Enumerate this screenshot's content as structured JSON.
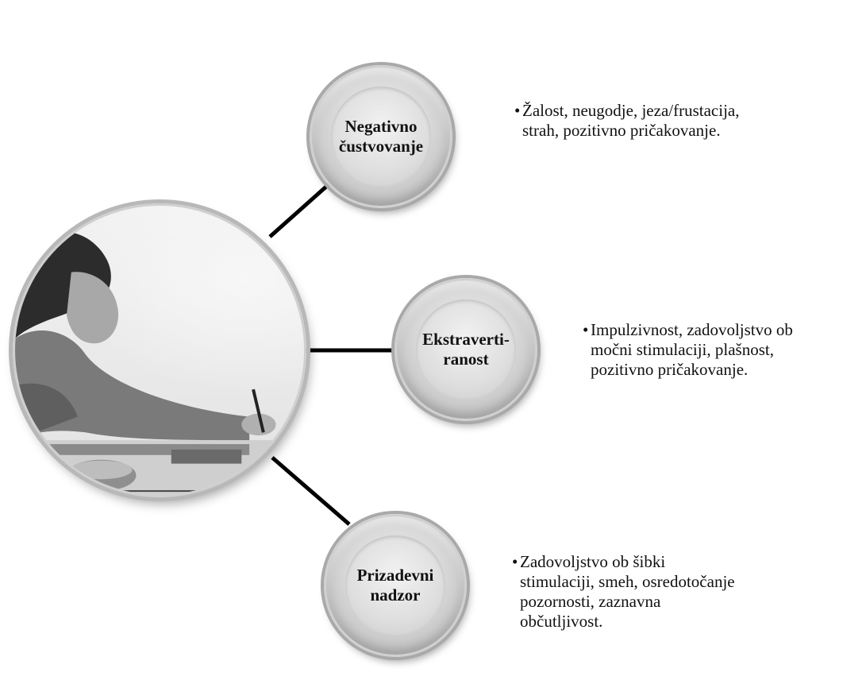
{
  "nodes": [
    {
      "label": "Negativno\nčustvovanje",
      "description": "Žalost, neugodje, jeza/frustacija,\nstrah, pozitivno pričakovanje."
    },
    {
      "label": "Ekstraverti-\nranost",
      "description": "Impulzivnost, zadovoljstvo ob\nmočni stimulaciji, plašnost,\npozitivno pričakovanje."
    },
    {
      "label": "Prizadevni\nnadzor",
      "description": "Zadovoljstvo ob šibki\nstimulaciji, smeh, osredotočanje\npozornosti, zaznavna\nobčutljivost."
    }
  ],
  "bullet": "•",
  "colors": {
    "node_fill": "#d9d9d9",
    "node_ring": "#a9a9a9",
    "connector": "#000000"
  },
  "central_image": "child-drawing-photo"
}
